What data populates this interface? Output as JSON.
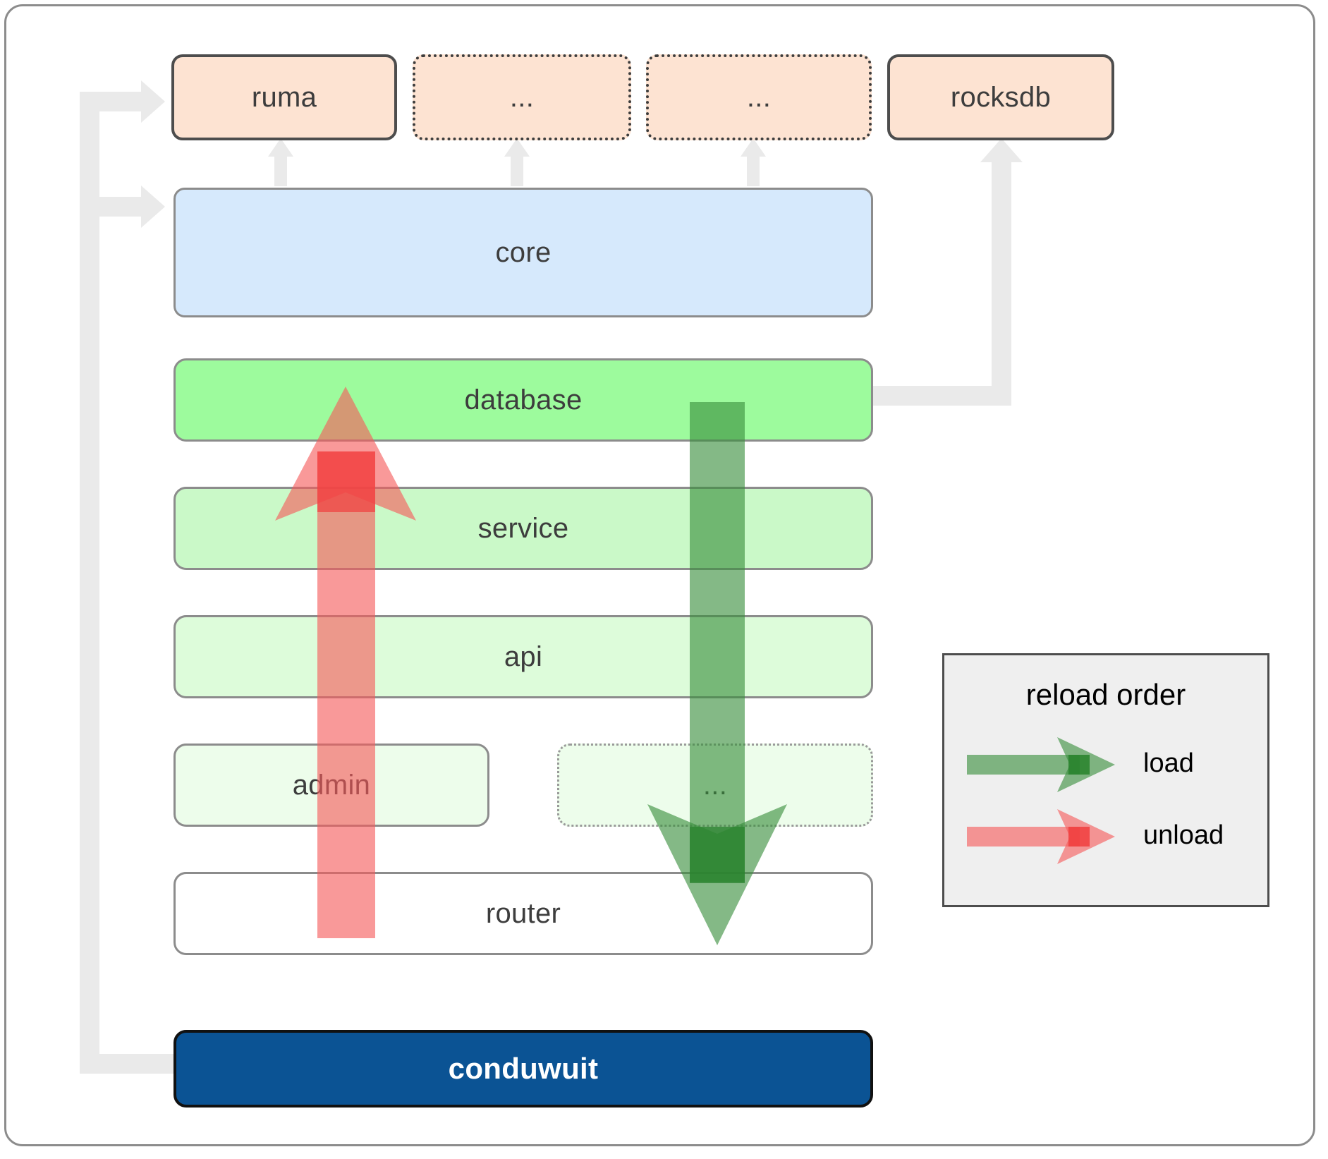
{
  "diagram": {
    "title": "conduwuit crate architecture / reload order",
    "crates_top": [
      {
        "label": "ruma",
        "style": "solid"
      },
      {
        "label": "...",
        "style": "dotted"
      },
      {
        "label": "...",
        "style": "dotted"
      },
      {
        "label": "rocksdb",
        "style": "solid"
      }
    ],
    "core": {
      "label": "core"
    },
    "layers": [
      {
        "label": "database",
        "style": "solid",
        "tone": "database"
      },
      {
        "label": "service",
        "style": "solid",
        "tone": "service"
      },
      {
        "label": "api",
        "style": "solid",
        "tone": "api"
      },
      {
        "label": "admin",
        "style": "solid",
        "tone": "admin"
      },
      {
        "label": "...",
        "style": "dotted",
        "tone": "admin"
      },
      {
        "label": "router",
        "style": "solid",
        "tone": "router"
      }
    ],
    "binary": {
      "label": "conduwuit"
    }
  },
  "legend": {
    "title": "reload order",
    "items": [
      {
        "label": "load",
        "color": "#4caf50"
      },
      {
        "label": "unload",
        "color": "#f57a7a"
      }
    ]
  },
  "colors": {
    "crate_fill": "#fde3d2",
    "crate_border": "#4d4d4d",
    "core_fill": "#d6e9fc",
    "database_fill": "#9dfb9d",
    "service_fill": "#caf9c8",
    "api_fill": "#ddfcda",
    "admin_fill": "#edfdeb",
    "router_fill": "#ffffff",
    "binary_fill": "#0b5394",
    "binary_text": "#ffffff",
    "connector": "#eaeaea",
    "load_arrow": "#388e3c",
    "unload_arrow": "#f55a5a",
    "frame_border": "#8c8c8c"
  }
}
